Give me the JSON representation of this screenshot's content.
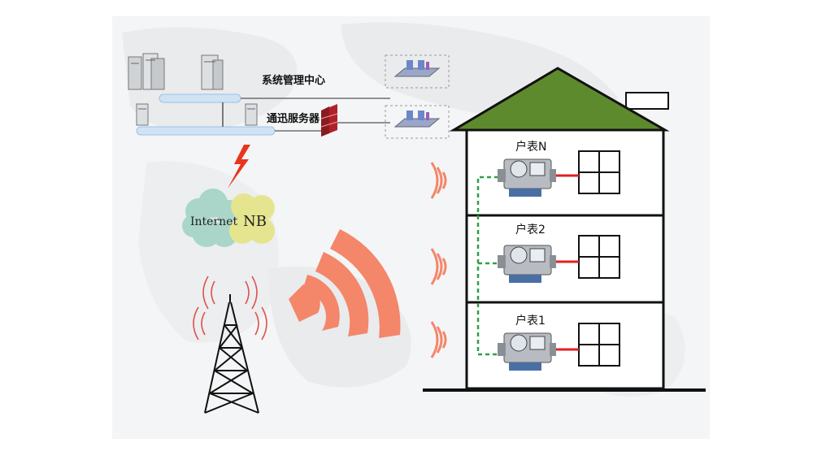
{
  "network": {
    "management_center_label": "系统管理中心",
    "comm_server_label": "通迅服务器"
  },
  "cloud": {
    "internet_label": "Internet",
    "nb_label": "NB"
  },
  "building": {
    "floors": [
      {
        "meter_label": "户表N"
      },
      {
        "meter_label": "户表2"
      },
      {
        "meter_label": "户表1"
      }
    ]
  },
  "colors": {
    "roof": "#5e8a2e",
    "signal": "#f4866a",
    "server_bus": "#cfe3f5",
    "green_dash": "#2ea043",
    "meter_link": "#e02020",
    "cloud_internet": "#a9d6c8",
    "cloud_nb": "#e6e58f",
    "lightning": "#e8351e",
    "firewall": "#b0222a"
  }
}
